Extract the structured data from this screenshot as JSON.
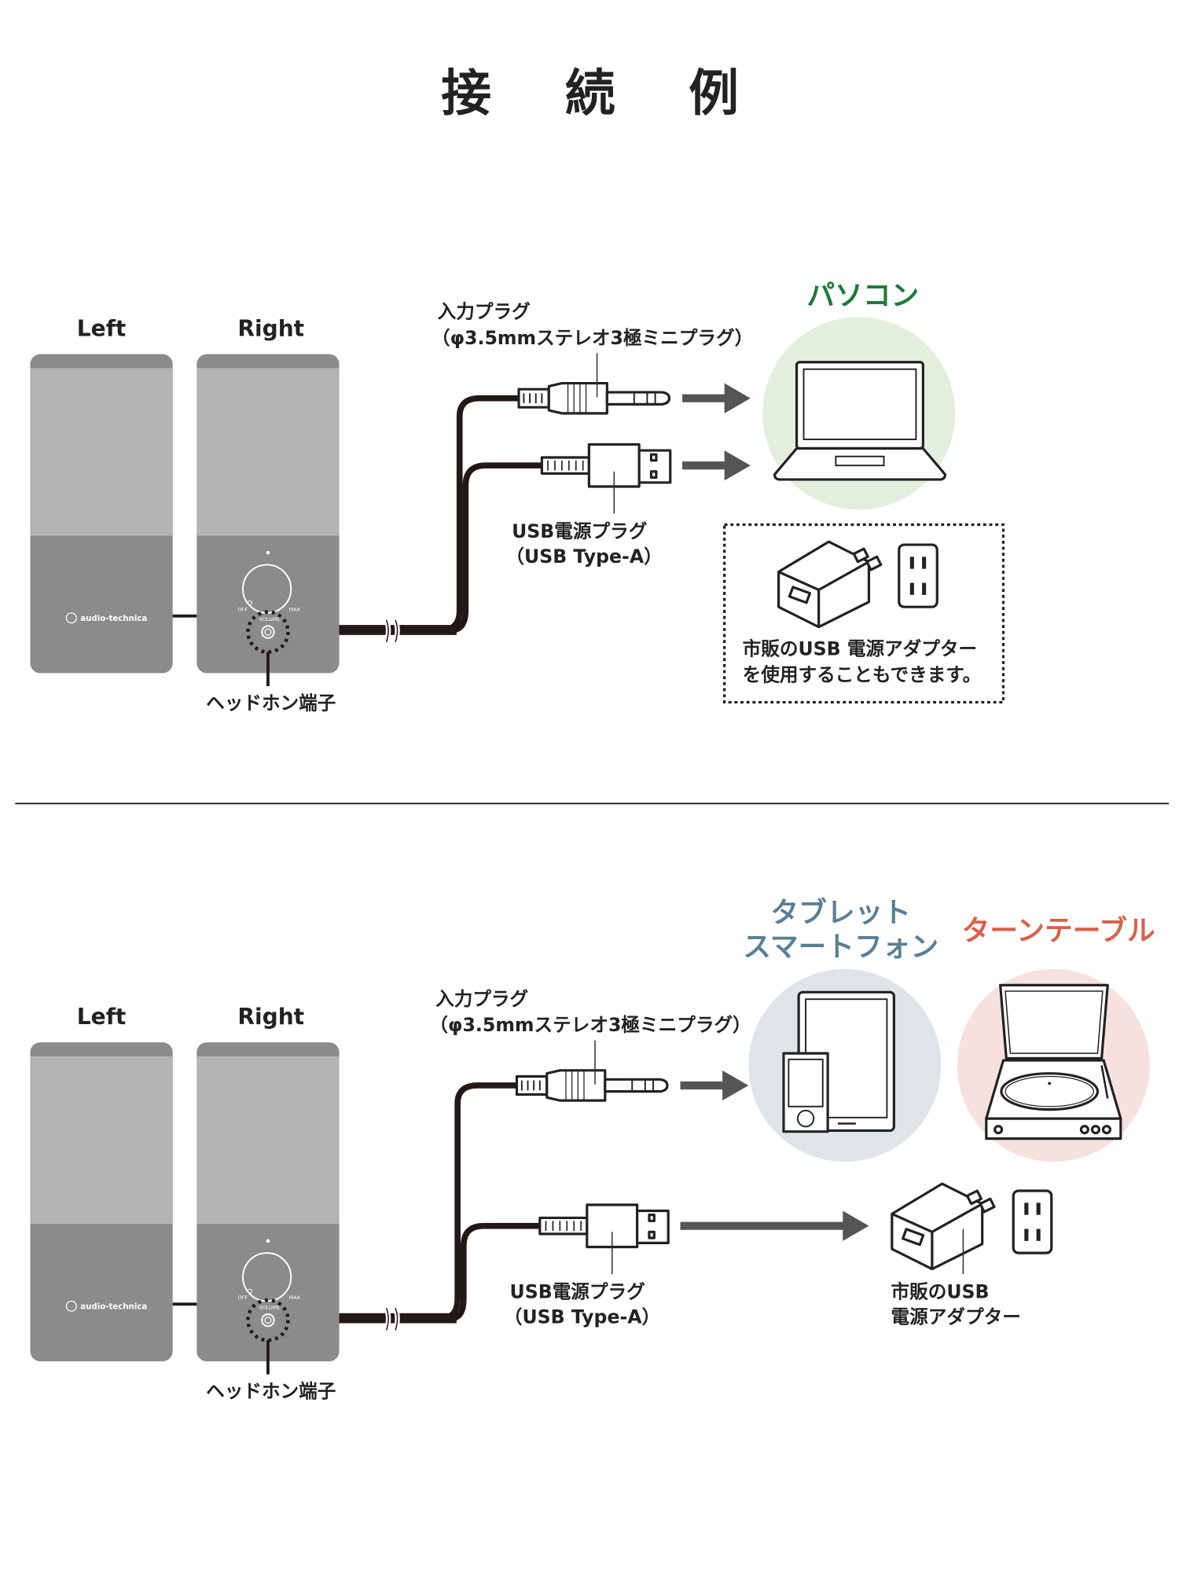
{
  "title": "接 続 例",
  "colors": {
    "pc": "#1d7a3a",
    "pc_circle": "#e3eedd",
    "tablet": "#5a7f93",
    "tablet_circle": "#dfe4e8",
    "turntable": "#d9604a",
    "turntable_circle": "#f6e1dc",
    "speaker_light": "#b4b4b4",
    "speaker_dark": "#8b8b8b",
    "arrow": "#555555"
  },
  "section1": {
    "left_label": "Left",
    "right_label": "Right",
    "logo": "audio-technica",
    "knob_off": "OFF",
    "knob_max": "MAX",
    "knob_volume": "VOLUME",
    "headphone_label": "ヘッドホン端子",
    "input_plug_line1": "入力プラグ",
    "input_plug_line2": "（φ3.5mmステレオ3極ミニプラグ）",
    "usb_plug_line1": "USB電源プラグ",
    "usb_plug_line2": "（USB Type-A）",
    "device_label": "パソコン",
    "device_icon": "laptop-icon",
    "adapter_note_line1": "市販のUSB 電源アダプター",
    "adapter_note_line2": "を使用することもできます。"
  },
  "section2": {
    "left_label": "Left",
    "right_label": "Right",
    "logo": "audio-technica",
    "knob_off": "OFF",
    "knob_max": "MAX",
    "knob_volume": "VOLUME",
    "headphone_label": "ヘッドホン端子",
    "input_plug_line1": "入力プラグ",
    "input_plug_line2": "（φ3.5mmステレオ3極ミニプラグ）",
    "usb_plug_line1": "USB電源プラグ",
    "usb_plug_line2": "（USB Type-A）",
    "tablet_label_line1": "タブレット",
    "tablet_label_line2": "スマートフォン",
    "turntable_label": "ターンテーブル",
    "adapter_label_line1": "市販のUSB",
    "adapter_label_line2": "電源アダプター"
  }
}
